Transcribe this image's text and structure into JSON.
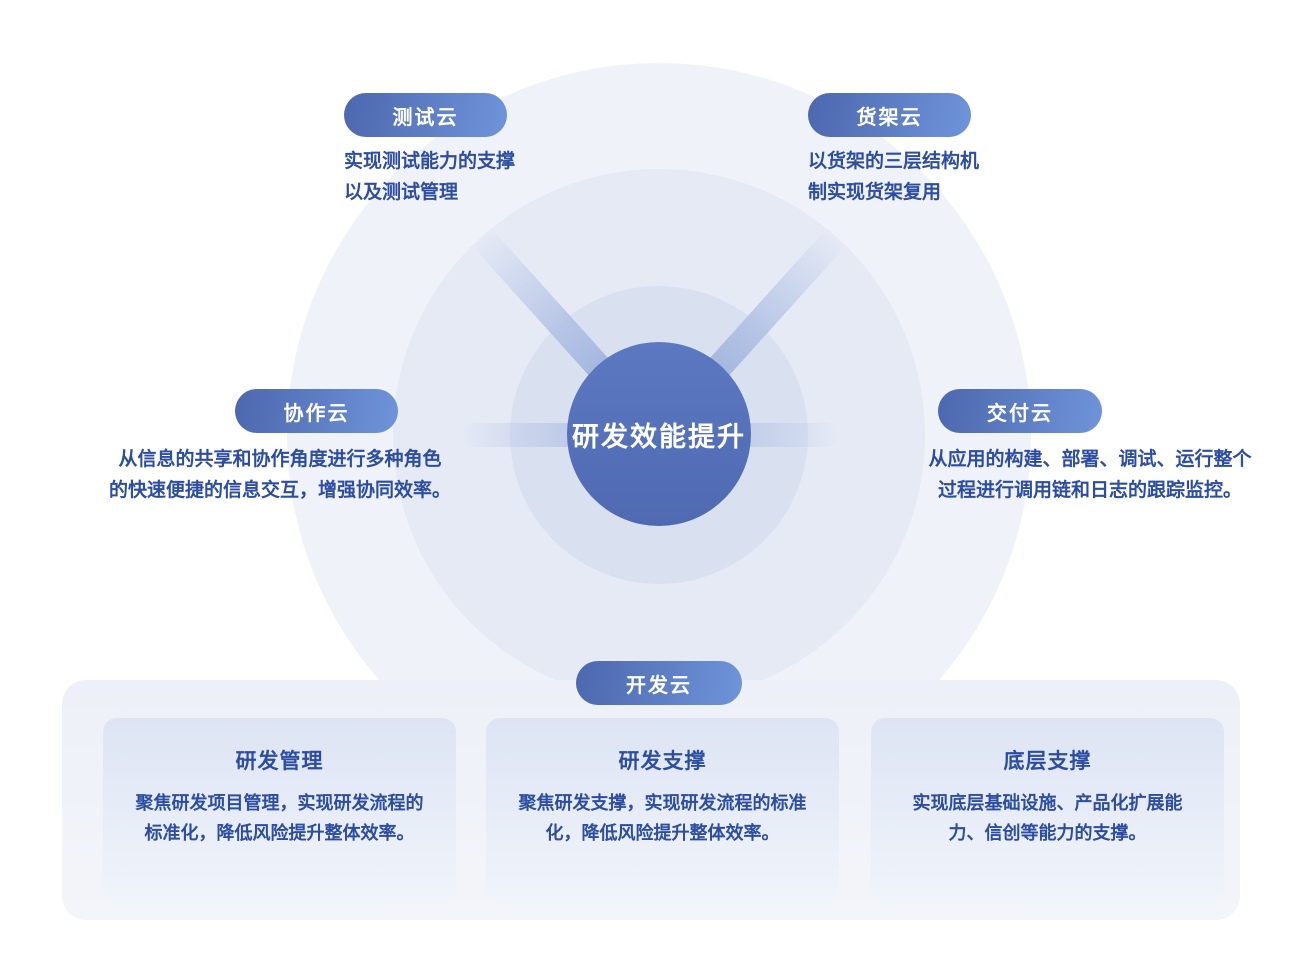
{
  "diagram": {
    "center": {
      "label": "研发效能提升"
    },
    "nodes": {
      "test": {
        "label": "测试云",
        "desc": "实现测试能力的支撑\n以及测试管理"
      },
      "shelf": {
        "label": "货架云",
        "desc": "以货架的三层结构机\n制实现货架复用"
      },
      "collab": {
        "label": "协作云",
        "desc": "从信息的共享和协作角度进行多种角色\n的快速便捷的信息交互，增强协同效率。"
      },
      "delivery": {
        "label": "交付云",
        "desc": "从应用的构建、部署、调试、运行整个\n过程进行调用链和日志的跟踪监控。"
      },
      "dev": {
        "label": "开发云"
      }
    },
    "cards": [
      {
        "title": "研发管理",
        "desc": "聚焦研发项目管理，实现研发流程的\n标准化，降低风险提升整体效率。"
      },
      {
        "title": "研发支撑",
        "desc": "聚焦研发支撑，实现研发流程的标准\n化，降低风险提升整体效率。"
      },
      {
        "title": "底层支撑",
        "desc": "实现底层基础设施、产品化扩展能\n力、信创等能力的支撑。"
      }
    ],
    "colors": {
      "pill_gradient_start": "#4c67ad",
      "pill_gradient_end": "#6f94da",
      "center_circle": "#5470b9",
      "text_blue": "#2c4da1",
      "ring_inner": "#d9e1f1",
      "ring_mid": "#e5eaf5",
      "ring_outer": "#eff2f9",
      "panel_bg": "#edf0f8",
      "card_bg_top": "#dde4f3",
      "card_bg_bottom": "#f0f4fb"
    }
  }
}
